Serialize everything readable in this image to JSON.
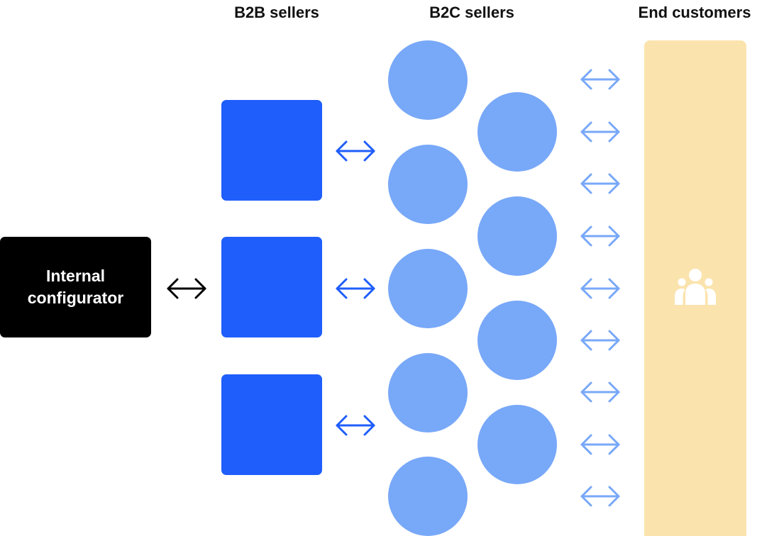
{
  "headings": {
    "b2b": "B2B sellers",
    "b2c": "B2C sellers",
    "end": "End customers"
  },
  "configurator": {
    "line1": "Internal",
    "line2": "configurator"
  },
  "colors": {
    "configurator_bg": "#000000",
    "configurator_arrow": "#000000",
    "b2b_square": "#1f5efb",
    "b2b_arrow": "#1f5efb",
    "b2c_circle": "#78a8f8",
    "b2c_arrow": "#78a8f8",
    "customers_bar": "#fbe3ad",
    "people_icon": "#ffffff"
  },
  "icons": {
    "customers": "people-group-icon",
    "arrows": "double-headed-arrow-icon"
  }
}
